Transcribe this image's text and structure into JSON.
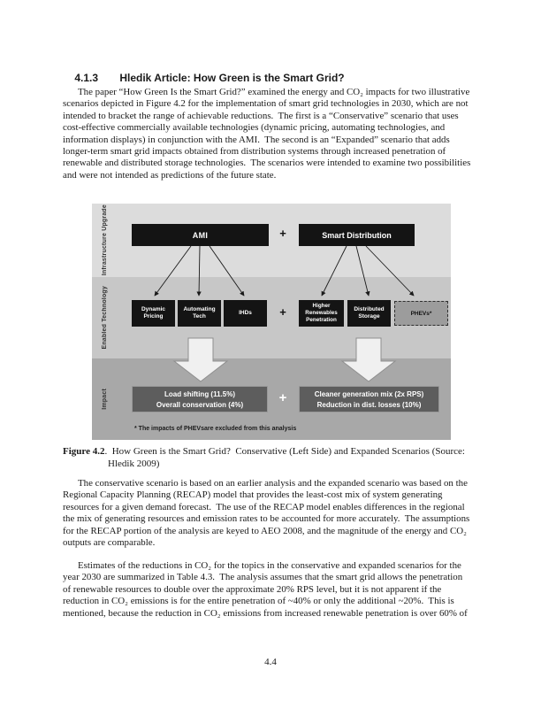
{
  "colors": {
    "band_top": "#dcdcdc",
    "band_middle": "#c7c7c7",
    "band_bottom": "#a8a8a8",
    "box_black": "#141414",
    "impact_box_gray": "#5d5d5d",
    "phev_box_gray": "#9c9c9c"
  },
  "heading": {
    "number": "4.1.3",
    "title": "Hledik Article: How Green is the Smart Grid?"
  },
  "body": {
    "p1": [
      "The paper “How Green Is the Smart Grid?” examined the energy and CO₂ impacts for two illustrative",
      "scenarios depicted in Figure 4.2 for the implementation of smart grid technologies in 2030, which are not",
      "intended to bracket the range of achievable reductions.  The first is a “Conservative” scenario that uses",
      "cost-effective commercially available technologies (dynamic pricing, automating technologies, and",
      "information displays) in conjunction with the AMI.  The second is an “Expanded” scenario that adds",
      "longer-term smart grid impacts obtained from distribution systems through increased penetration of",
      "renewable and distributed storage technologies.  The scenarios were intended to examine two possibilities",
      "and were not intended as predictions of the future state."
    ],
    "p2": [
      "The conservative scenario is based on an earlier analysis and the expanded scenario was based on the",
      "Regional Capacity Planning (RECAP) model that provides the least-cost mix of system generating",
      "resources for a given demand forecast.  The use of the RECAP model enables differences in the regional",
      "the mix of generating resources and emission rates to be accounted for more accurately.  The assumptions",
      "for the RECAP portion of the analysis are keyed to AEO 2008, and the magnitude of the energy and CO₂",
      "outputs are comparable."
    ],
    "p3": [
      "Estimates of the reductions in CO₂ for the topics in the conservative and expanded scenarios for the",
      "year 2030 are summarized in Table 4.3.  The analysis assumes that the smart grid allows the penetration",
      "of renewable resources to double over the approximate 20% RPS level, but it is not apparent if the",
      "reduction in CO₂ emissions is for the entire penetration of ~40% or only the additional ~20%.  This is",
      "mentioned, because the reduction in CO₂ emissions from increased renewable penetration is over 60% of"
    ]
  },
  "figure": {
    "row_labels": [
      "Infrastructure Upgrade",
      "Enabled Technology",
      "Impact"
    ],
    "plus": "+",
    "infrastructure": {
      "ami": "AMI",
      "smart_distribution": "Smart Distribution"
    },
    "technologies": {
      "dynamic_pricing": "Dynamic Pricing",
      "automating_tech": "Automating Tech",
      "ihds": "IHDs",
      "higher_renewables": "Higher Renewables Penetration",
      "distributed_storage": "Distributed Storage",
      "phevs": "PHEVs*"
    },
    "impact_left": [
      "Load shifting (11.5%)",
      "Overall conservation (4%)"
    ],
    "impact_right": [
      "Cleaner generation mix (2x RPS)",
      "Reduction in dist. losses (10%)"
    ],
    "footnote": "* The impacts of PHEVsare excluded from this analysis"
  },
  "caption": {
    "label": "Figure 4.2",
    "line1_rest": ".  How Green is the Smart Grid?  Conservative (Left Side) and Expanded Scenarios (Source:",
    "line2": "Hledik 2009)"
  },
  "page_number": "4.4"
}
